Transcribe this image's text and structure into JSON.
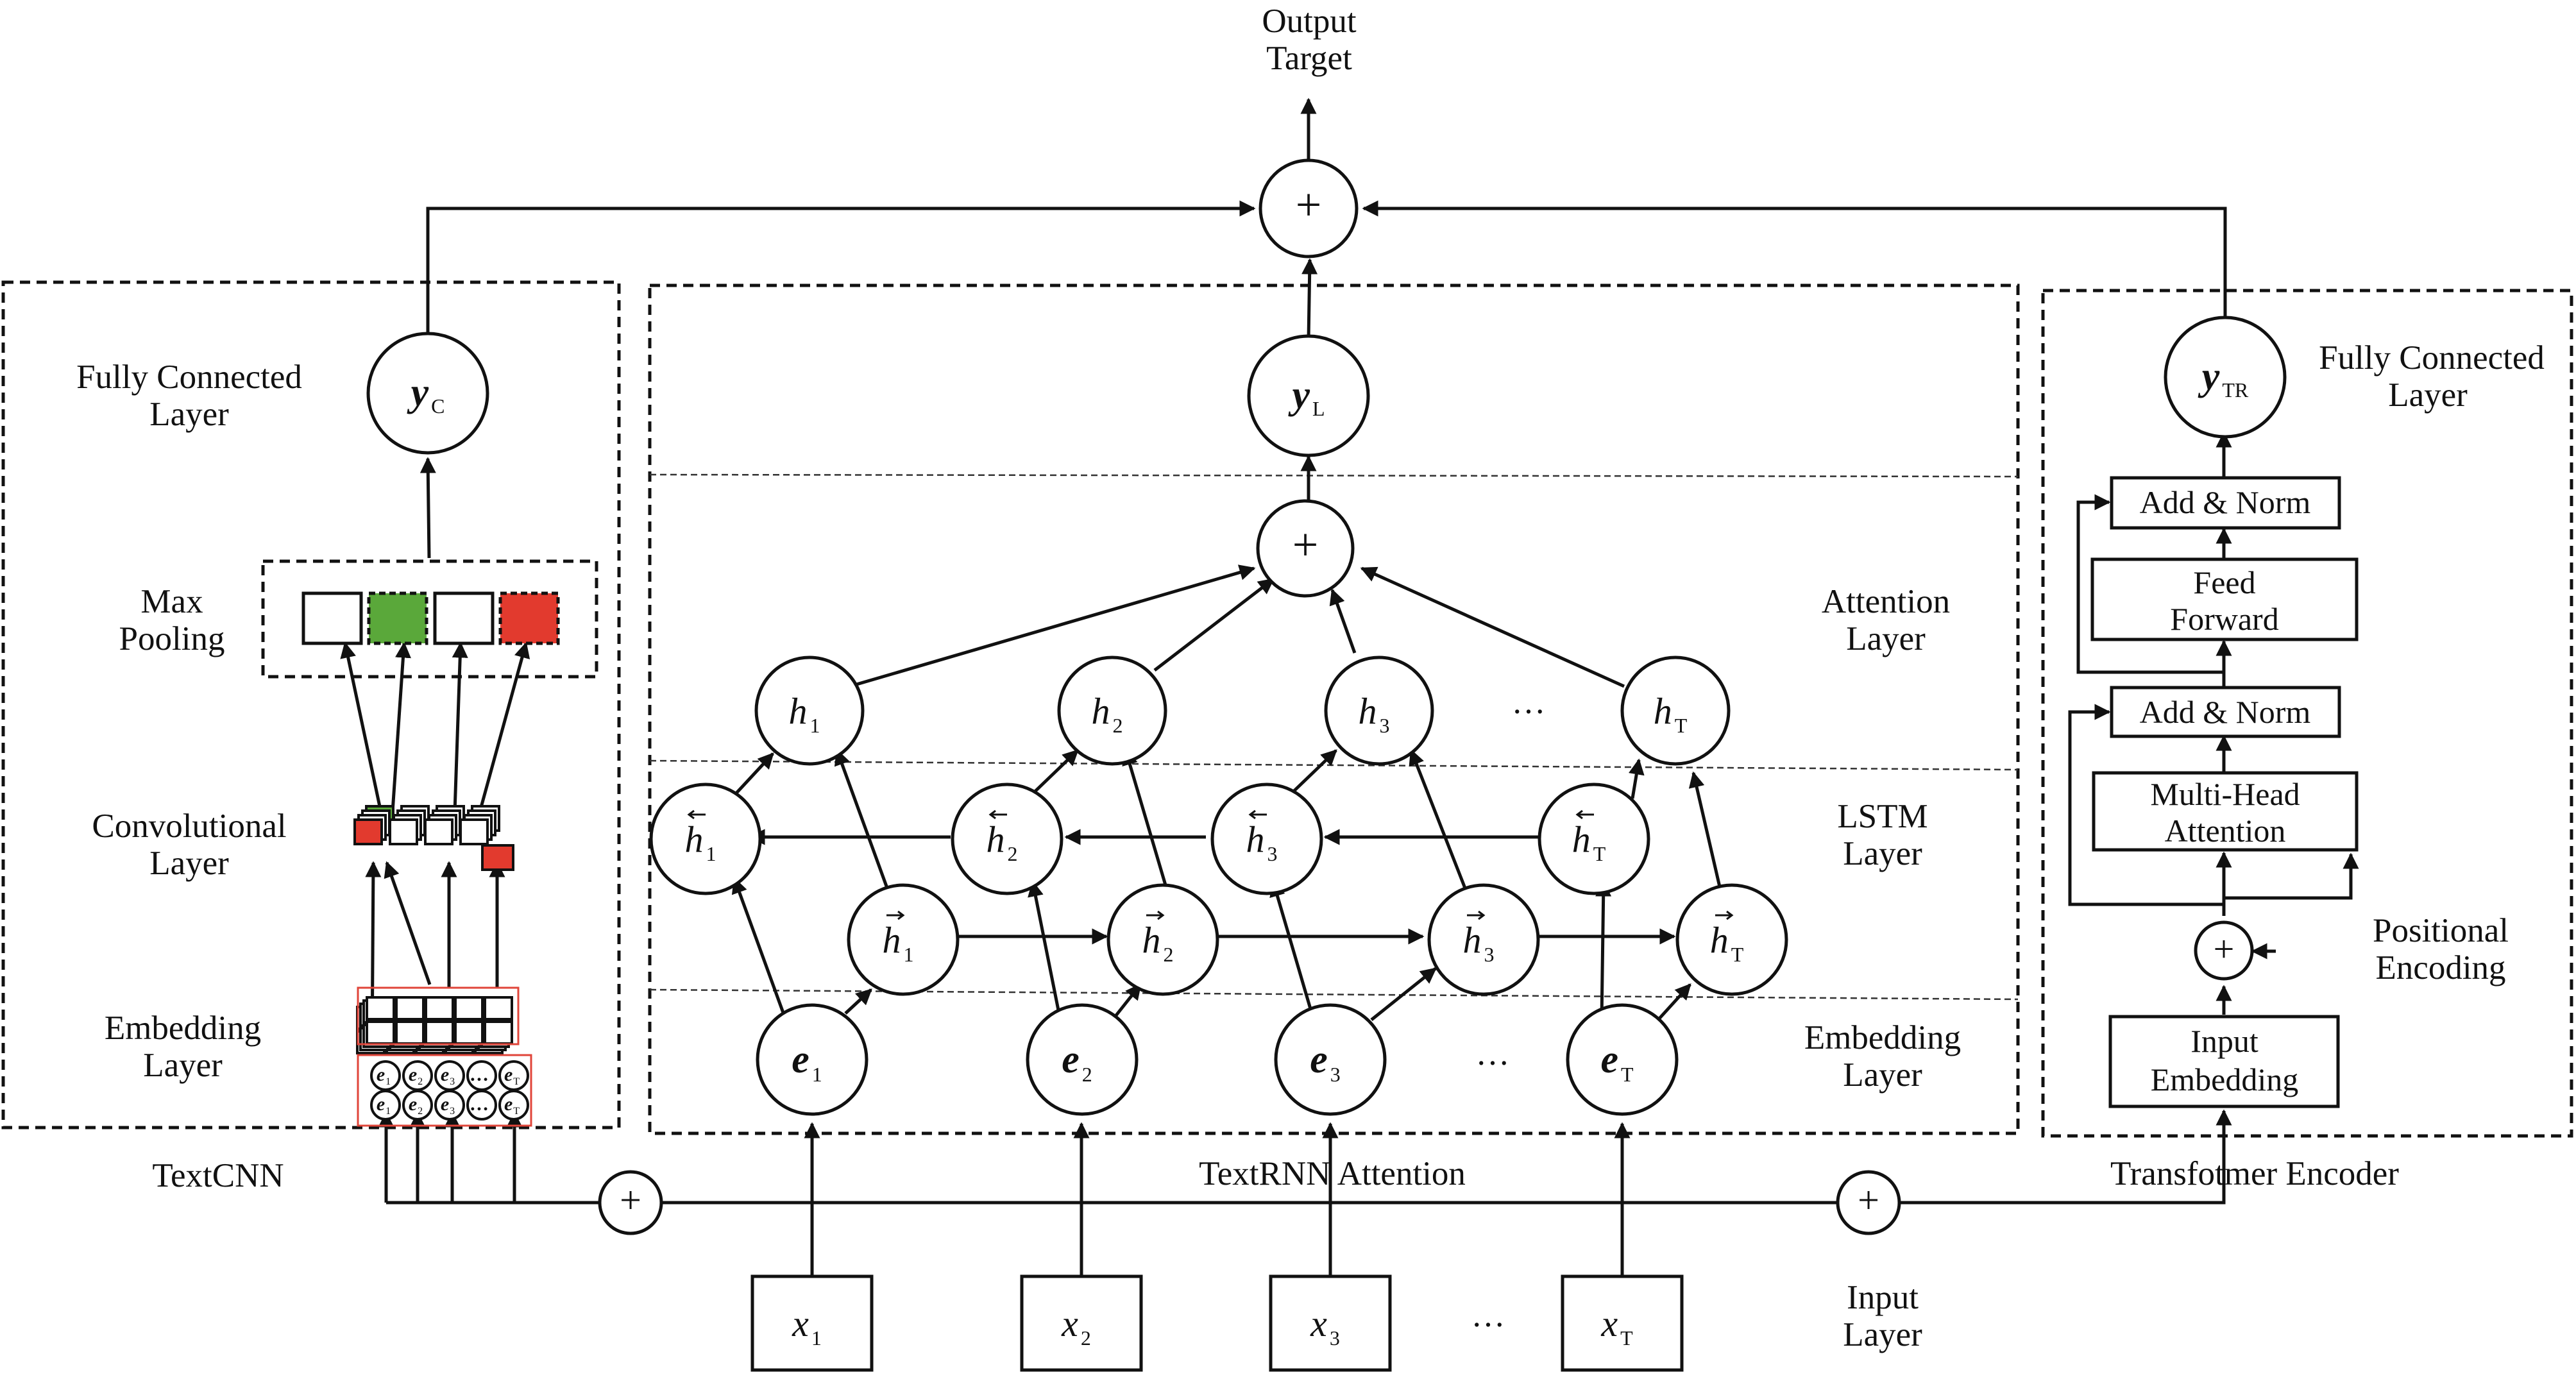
{
  "labels": {
    "output_target": [
      "Output",
      "Target"
    ],
    "fc_left": [
      "Fully Connected",
      "Layer"
    ],
    "fc_right": [
      "Fully Connected",
      "Layer"
    ],
    "max_pooling": [
      "Max",
      "Pooling"
    ],
    "convolutional": [
      "Convolutional",
      "Layer"
    ],
    "embedding_left": [
      "Embedding",
      "Layer"
    ],
    "attention": [
      "Attention",
      "Layer"
    ],
    "lstm": [
      "LSTM",
      "Layer"
    ],
    "embedding_mid": [
      "Embedding",
      "Layer"
    ],
    "positional": [
      "Positional",
      "Encoding"
    ],
    "input_layer": [
      "Input",
      "Layer"
    ]
  },
  "section_titles": {
    "textcnn": "TextCNN",
    "textrnn": "TextRNN Attention",
    "transformer": "Transfotmer Encoder"
  },
  "outputs": {
    "y_c": {
      "main": "y",
      "sub": "C"
    },
    "y_l": {
      "main": "y",
      "sub": "L"
    },
    "y_tr": {
      "main": "y",
      "sub": "TR"
    }
  },
  "attention_nodes": [
    {
      "main": "h",
      "sub": "1"
    },
    {
      "main": "h",
      "sub": "2"
    },
    {
      "main": "h",
      "sub": "3"
    },
    {
      "main": "h",
      "sub": "T"
    }
  ],
  "backward_nodes": [
    {
      "main": "h",
      "sub": "1"
    },
    {
      "main": "h",
      "sub": "2"
    },
    {
      "main": "h",
      "sub": "3"
    },
    {
      "main": "h",
      "sub": "T"
    }
  ],
  "forward_nodes": [
    {
      "main": "h",
      "sub": "1"
    },
    {
      "main": "h",
      "sub": "2"
    },
    {
      "main": "h",
      "sub": "3"
    },
    {
      "main": "h",
      "sub": "T"
    }
  ],
  "embedding_nodes": [
    {
      "main": "e",
      "sub": "1"
    },
    {
      "main": "e",
      "sub": "2"
    },
    {
      "main": "e",
      "sub": "3"
    },
    {
      "main": "e",
      "sub": "T"
    }
  ],
  "input_nodes": [
    {
      "main": "x",
      "sub": "1"
    },
    {
      "main": "x",
      "sub": "2"
    },
    {
      "main": "x",
      "sub": "3"
    },
    {
      "main": "x",
      "sub": "T"
    }
  ],
  "cnn_embedding_cells": [
    {
      "main": "e",
      "sub": "1"
    },
    {
      "main": "e",
      "sub": "2"
    },
    {
      "main": "e",
      "sub": "3"
    },
    {
      "main": "…",
      "sub": ""
    },
    {
      "main": "e",
      "sub": "T"
    }
  ],
  "ellipsis": "…",
  "sum_symbol": "+",
  "transformer_blocks": {
    "add_norm_top": [
      "Add & Norm"
    ],
    "feed_forward": [
      "Feed",
      "Forward"
    ],
    "add_norm_bottom": [
      "Add & Norm"
    ],
    "multi_head": [
      "Multi-Head",
      "Attention"
    ],
    "input_embedding": [
      "Input",
      "Embedding"
    ]
  },
  "max_pool_colors": [
    "#ffffff",
    "#5aa83a",
    "#ffffff",
    "#e23a2e"
  ],
  "colors": {
    "green": "#5aa83a",
    "red": "#e23a2e",
    "redline": "#e0453a"
  }
}
